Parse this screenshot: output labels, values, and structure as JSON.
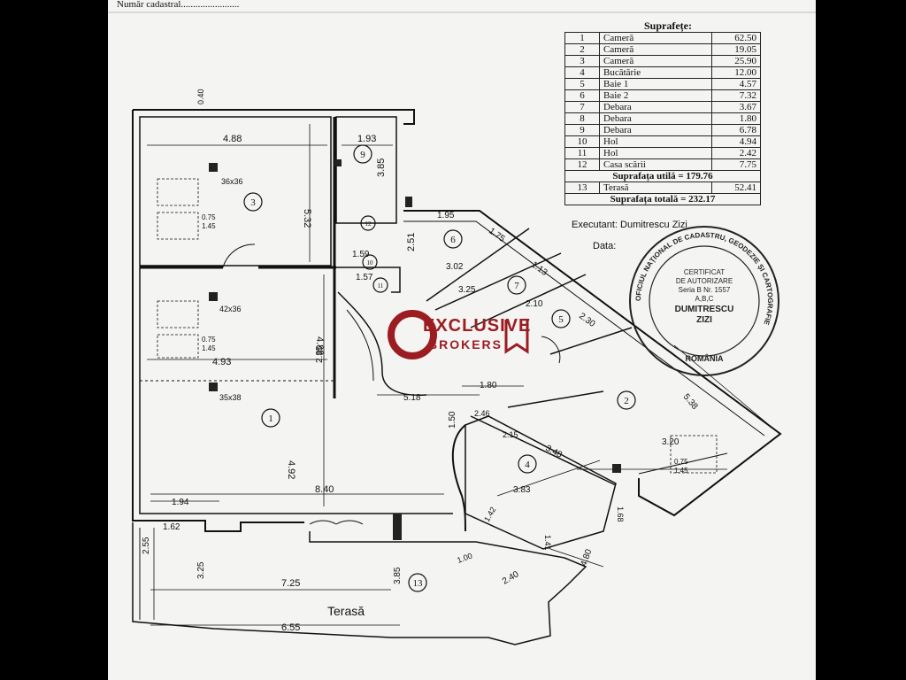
{
  "header_fragment": "Număr cadastral........................",
  "table": {
    "title": "Suprafețe:",
    "rows": [
      {
        "nr": "1",
        "name": "Cameră",
        "area": "62.50"
      },
      {
        "nr": "2",
        "name": "Cameră",
        "area": "19.05"
      },
      {
        "nr": "3",
        "name": "Cameră",
        "area": "25.90"
      },
      {
        "nr": "4",
        "name": "Bucătărie",
        "area": "12.00"
      },
      {
        "nr": "5",
        "name": "Baie 1",
        "area": "4.57"
      },
      {
        "nr": "6",
        "name": "Baie 2",
        "area": "7.32"
      },
      {
        "nr": "7",
        "name": "Debara",
        "area": "3.67"
      },
      {
        "nr": "8",
        "name": "Debara",
        "area": "1.80"
      },
      {
        "nr": "9",
        "name": "Debara",
        "area": "6.78"
      },
      {
        "nr": "10",
        "name": "Hol",
        "area": "4.94"
      },
      {
        "nr": "11",
        "name": "Hol",
        "area": "2.42"
      },
      {
        "nr": "12",
        "name": "Casa scării",
        "area": "7.75"
      }
    ],
    "useful_total": "Suprafața utilă = 179.76",
    "terrace_row": {
      "nr": "13",
      "name": "Terasă",
      "area": "52.41"
    },
    "grand_total": "Suprafața totală = 232.17"
  },
  "executant": "Executant: Dumitrescu Zizi",
  "date_label": "Data:",
  "stamp": {
    "line1": "CERTIFICAT",
    "line2": "DE AUTORIZARE",
    "line3": "Seria B Nr. 1557",
    "line4": "A,B,C",
    "line5": "DUMITRESCU",
    "line6": "ZIZI",
    "line7": "ROMÂNIA",
    "ring": "OFICIUL NAȚIONAL DE CADASTRU, GEODEZIE ȘI CARTOGRAFIE"
  },
  "watermark": {
    "line1": "EXCLUSIVE",
    "line2": "BROKERS"
  },
  "terrace_label": "Terasă",
  "rooms": [
    "1",
    "2",
    "3",
    "4",
    "5",
    "6",
    "7",
    "9",
    "10",
    "11",
    "12",
    "13"
  ],
  "dimensions": {
    "d_040": "0.40",
    "d_488": "4.88",
    "d_193": "1.93",
    "d_532": "5.32",
    "d_385a": "3.85",
    "d_159": "1.59",
    "d_157": "1.57",
    "d_251": "2.51",
    "d_195": "1.95",
    "d_175": "1.75",
    "d_302": "3.02",
    "d_325": "3.25",
    "d_113": "1.13",
    "d_210": "2.10",
    "d_230": "2.30",
    "d_488b": "4.88",
    "d_493": "4.93",
    "d_235": "2.35",
    "d_518": "5.18",
    "d_180": "1.80",
    "d_538": "5.38",
    "d_150": "1.50",
    "d_246": "2.46",
    "d_215": "2.15",
    "d_348": "3.48",
    "d_320": "3.20",
    "d_492": "4.92",
    "d_383": "3.83",
    "d_840": "8.40",
    "d_194": "1.94",
    "d_168": "1.68",
    "d_142": "1.42",
    "d_141": "1.41",
    "d_480": "4.80",
    "d_162": "1.62",
    "d_255": "2.55",
    "d_325b": "3.25",
    "d_725": "7.25",
    "d_385": "3.85",
    "d_240": "2.40",
    "d_655": "6.55",
    "d_100": "1.00",
    "win_36x36": "36x36",
    "win_42x36": "42x36",
    "win_35x38": "35x38",
    "win_075a": "0.75",
    "win_145a": "1.45",
    "win_075b": "0.75",
    "win_145b": "1.45",
    "win_075c": "0.75",
    "win_145c": "1.45"
  }
}
